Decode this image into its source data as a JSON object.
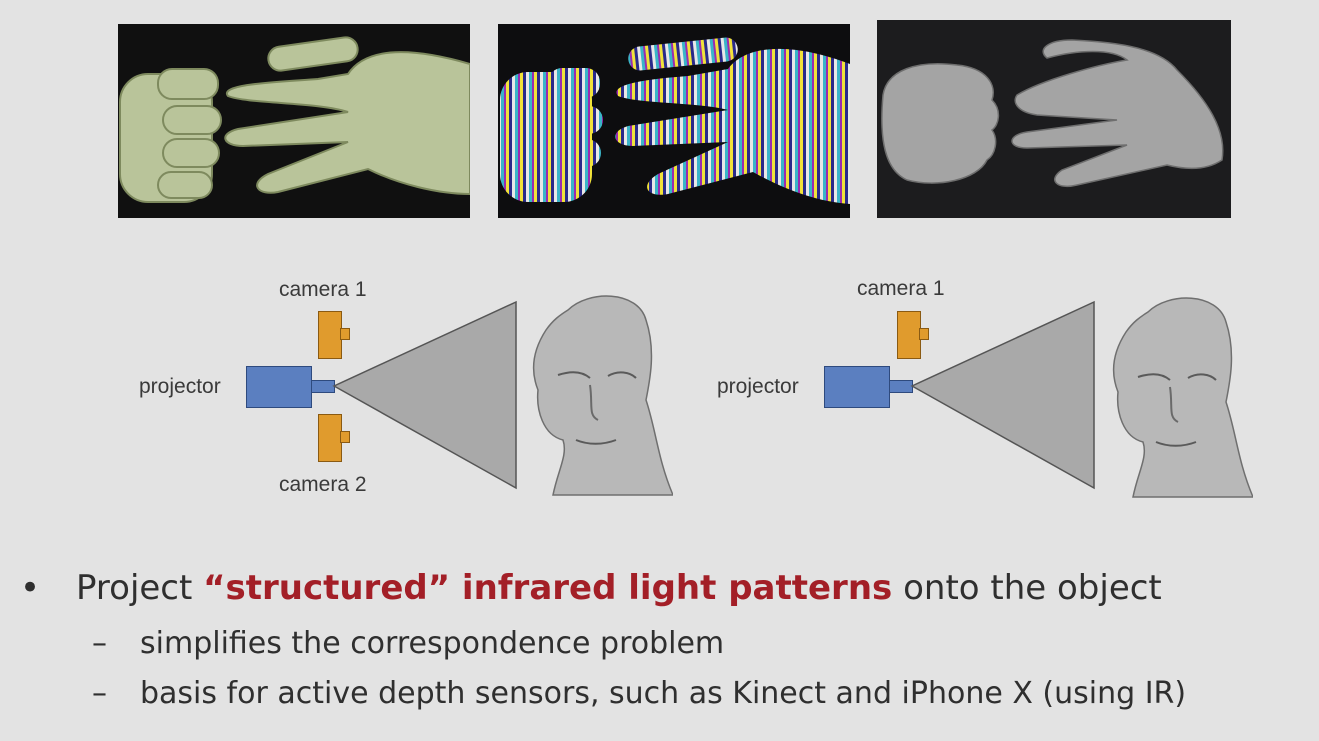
{
  "diagram_left": {
    "camera1_label": "camera 1",
    "camera2_label": "camera 2",
    "projector_label": "projector"
  },
  "diagram_right": {
    "camera1_label": "camera 1",
    "projector_label": "projector"
  },
  "bullet": {
    "marker": "•",
    "text_before": "Project ",
    "highlight": "“structured” infrared light patterns",
    "text_after": " onto the object"
  },
  "sub_bullets": [
    {
      "marker": "–",
      "text": "simplifies the correspondence problem"
    },
    {
      "marker": "–",
      "text": "basis for active depth sensors, such as Kinect and iPhone X (using IR)"
    }
  ],
  "colors": {
    "background": "#e3e3e3",
    "highlight": "#a31f27",
    "camera": "#e09b2d",
    "projector": "#5b7fc0",
    "light_cone": "#a9a9a9"
  }
}
